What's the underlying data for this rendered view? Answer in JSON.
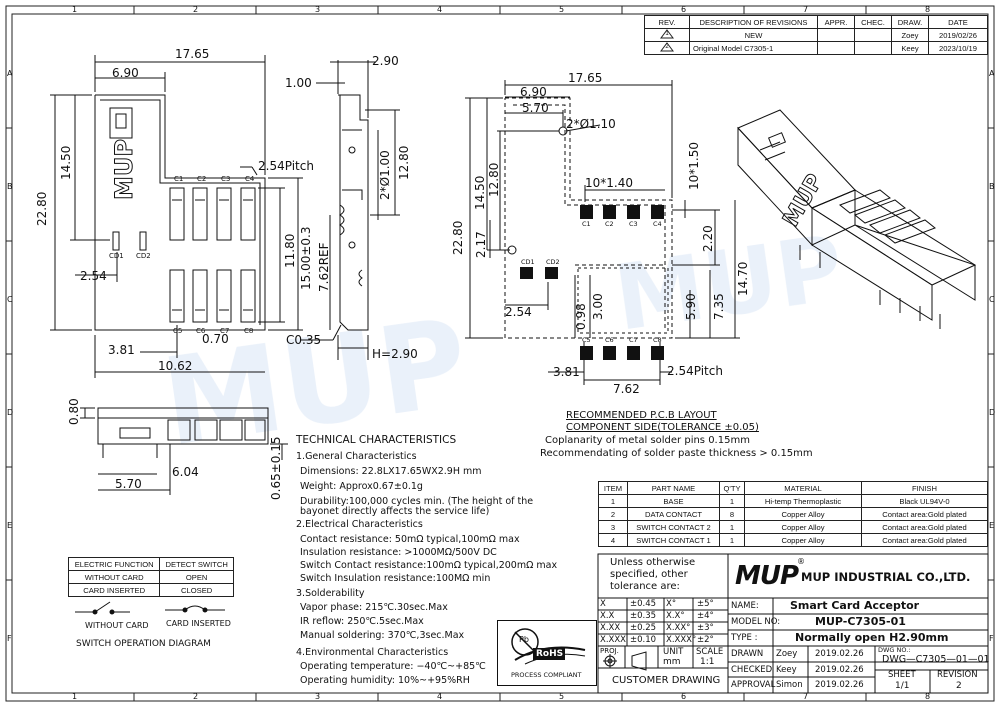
{
  "zones": {
    "columns": [
      "1",
      "2",
      "3",
      "4",
      "5",
      "6",
      "7",
      "8"
    ],
    "rows": [
      "A",
      "B",
      "C",
      "D",
      "E",
      "F"
    ]
  },
  "revisions": {
    "headers": [
      "REV.",
      "DESCRIPTION OF REVISIONS",
      "APPR.",
      "CHEC.",
      "DRAW.",
      "DATE"
    ],
    "rows": [
      {
        "rev": "1",
        "desc": "NEW",
        "appr": "",
        "chec": "",
        "draw": "Zoey",
        "date": "2019/02/26"
      },
      {
        "rev": "2",
        "desc": "Original Model C7305-1",
        "appr": "",
        "chec": "",
        "draw": "Keey",
        "date": "2023/10/19"
      }
    ]
  },
  "view1": {
    "dims": [
      "17.65",
      "6.90",
      "22.80",
      "14.50",
      "2.54Pitch",
      "11.80",
      "15.00±0.3",
      "2.54",
      "3.81",
      "0.70",
      "10.62"
    ],
    "brand": "MUP",
    "contacts_top": [
      "C1",
      "C2",
      "C3",
      "C4"
    ],
    "contacts_bottom": [
      "C5",
      "C6",
      "C7",
      "C8"
    ],
    "cd": [
      "CD1",
      "CD2"
    ]
  },
  "view2": {
    "dims": [
      "2.90",
      "1.00",
      "12.80",
      "2*Ø1.00",
      "7.62REF",
      "C0.35",
      "H=2.90"
    ]
  },
  "view3": {
    "dims": [
      "17.65",
      "6.90",
      "5.70",
      "2*Ø1.10",
      "14.50",
      "12.80",
      "10*1.40",
      "10*1.50",
      "22.80",
      "2.17",
      "2.20",
      "14.70",
      "7.35",
      "5.90",
      "2.54",
      "0.98",
      "3.00",
      "3.81",
      "7.62",
      "2.54Pitch"
    ],
    "pads_top": [
      "C1",
      "C2",
      "C3",
      "C4"
    ],
    "pads_bottom": [
      "C5",
      "C6",
      "C7",
      "C8"
    ],
    "cd": [
      "CD1",
      "CD2"
    ]
  },
  "view4": {
    "dims": [
      "0.80",
      "0.65±0.15",
      "6.04",
      "5.70"
    ]
  },
  "pcb": {
    "title": "RECOMMENDED P.C.B LAYOUT",
    "side": "COMPONENT SIDE(TOLERANCE ±0.05)",
    "coplanarity": "Coplanarity of metal solder pins 0.15mm",
    "paste": "Recommendating of  solder paste thickness > 0.15mm"
  },
  "tech": {
    "title": "TECHNICAL CHARACTERISTICS",
    "lines": [
      {
        "text": "1.General Characteristics",
        "indent": false
      },
      {
        "text": "Dimensions: 22.8LX17.65WX2.9H mm",
        "indent": true
      },
      {
        "text": "Weight: Approx0.67±0.1g",
        "indent": true
      },
      {
        "text": "Durability:100,000 cycles min. (The height of the",
        "indent": true
      },
      {
        "text": "bayonet directly affects the service life)",
        "indent": true
      },
      {
        "text": "2.Electrical Characteristics",
        "indent": false
      },
      {
        "text": "Contact resistance: 50mΩ typical,100mΩ max",
        "indent": true
      },
      {
        "text": "Insulation resistance: >1000MΩ/500V DC",
        "indent": true
      },
      {
        "text": "Switch Contact resistance:100mΩ typical,200mΩ max",
        "indent": true
      },
      {
        "text": "Switch  Insulation resistance:100MΩ min",
        "indent": true
      },
      {
        "text": "3.Solderability",
        "indent": false
      },
      {
        "text": "Vapor phase: 215℃.30sec.Max",
        "indent": true
      },
      {
        "text": "IR reflow: 250℃.5sec.Max",
        "indent": true
      },
      {
        "text": "Manual soldering: 370℃,3sec.Max",
        "indent": true
      },
      {
        "text": "4.Environmental Characteristics",
        "indent": false
      },
      {
        "text": "Operating temperature: −40℃~+85℃",
        "indent": true
      },
      {
        "text": "Operating humidity: 10%~+95%RH",
        "indent": true
      }
    ]
  },
  "switch_table": {
    "headers": [
      "ELECTRIC FUNCTION",
      "DETECT SWITCH"
    ],
    "rows": [
      [
        "WITHOUT CARD",
        "OPEN"
      ],
      [
        "CARD INSERTED",
        "CLOSED"
      ]
    ]
  },
  "switch_diagram": {
    "without": "WITHOUT CARD",
    "inserted": "CARD INSERTED",
    "caption": "SWITCH OPERATION DIAGRAM"
  },
  "bom": {
    "headers": [
      "ITEM",
      "PART NAME",
      "Q'TY",
      "MATERIAL",
      "FINISH"
    ],
    "rows": [
      [
        "1",
        "BASE",
        "1",
        "Hi-temp Thermoplastic",
        "Black UL94V-0"
      ],
      [
        "2",
        "DATA CONTACT",
        "8",
        "Copper Alloy",
        "Contact area:Gold plated"
      ],
      [
        "3",
        "SWITCH CONTACT 2",
        "1",
        "Copper Alloy",
        "Contact area:Gold plated"
      ],
      [
        "4",
        "SWITCH CONTACT 1",
        "1",
        "Copper Alloy",
        "Contact area:Gold plated"
      ]
    ]
  },
  "title_block": {
    "note": [
      "Unless otherwise",
      "specified, other",
      "tolerance are:"
    ],
    "logo": "MUP",
    "registered": "®",
    "company": "MUP INDUSTRIAL CO.,LTD.",
    "tolerances": [
      [
        "X",
        "±0.45",
        "X°",
        "±5°"
      ],
      [
        "X.X",
        "±0.35",
        "X.X°",
        "±4°"
      ],
      [
        "X.XX",
        "±0.25",
        "X.XX°",
        "±3°"
      ],
      [
        "X.XXX",
        "±0.10",
        "X.XXX°",
        "±2°"
      ]
    ],
    "name_label": "NAME:",
    "name_value": "Smart Card Acceptor",
    "model_label": "MODEL NO:",
    "model_value": "MUP-C7305-01",
    "type_label": "TYPE :",
    "type_value": "Normally open  H2.90mm",
    "proj_label": "PROJ.",
    "unit_label": "UNIT",
    "unit_value": "mm",
    "scale_label": "SCALE",
    "scale_value": "1:1",
    "custom": "CUSTOMER  DRAWING",
    "drawn_label": "DRAWN",
    "drawn_name": "Zoey",
    "drawn_date": "2019.02.26",
    "checked_label": "CHECKED",
    "checked_name": "Keey",
    "checked_date": "2019.02.26",
    "approval_label": "APPROVAL",
    "approval_name": "Simon",
    "approval_date": "2019.02.26",
    "dwg_label": "DWG NO.:",
    "dwg_value": "DWG—C7305—01—01",
    "sheet_label": "SHEET",
    "sheet_value": "1/1",
    "revision_label": "REVISION",
    "revision_value": "2"
  },
  "rohs": {
    "mark": "Pb",
    "label": "RoHS",
    "caption": "PROCESS COMPLIANT"
  }
}
